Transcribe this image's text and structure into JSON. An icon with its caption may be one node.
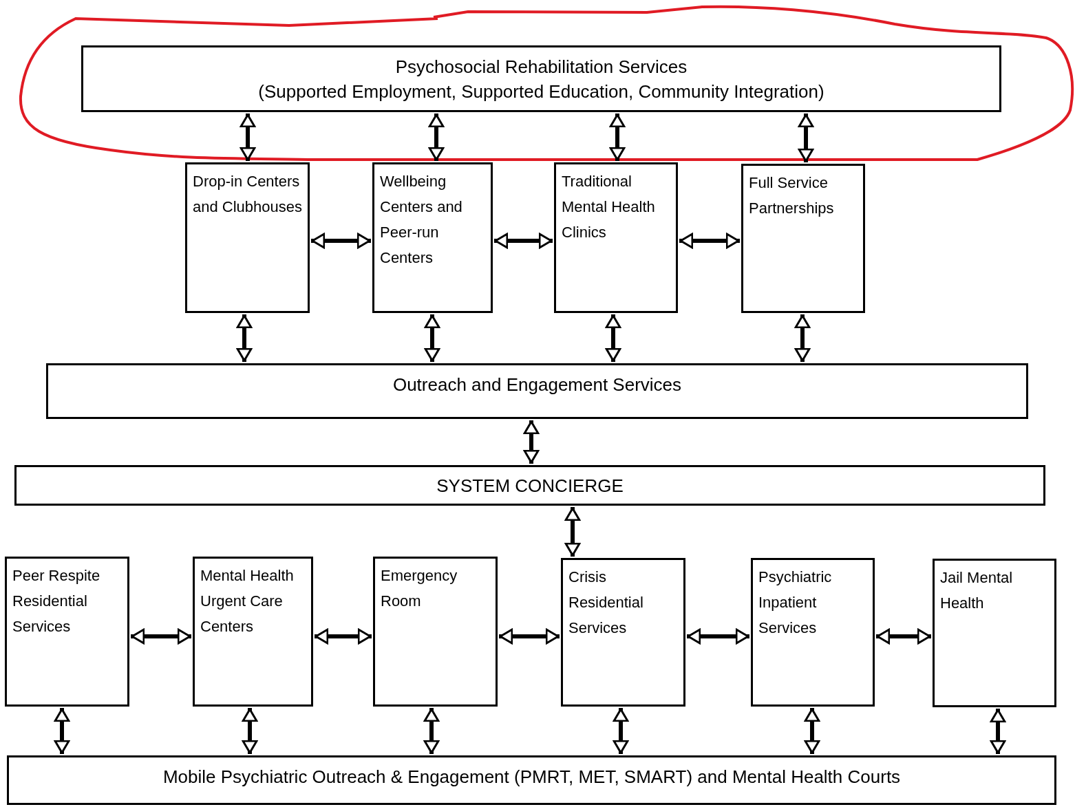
{
  "diagram": {
    "nodes": [
      {
        "text": [
          "Psychosocial Rehabilitation Services",
          "(Supported Employment, Supported Education, Community Integration)"
        ]
      },
      {
        "text": [
          "Drop-in Centers and Clubhouses"
        ]
      },
      {
        "text": [
          "Wellbeing Centers and Peer-run Centers"
        ]
      },
      {
        "text": [
          "Traditional Mental Health Clinics"
        ]
      },
      {
        "text": [
          "Full Service Partnerships"
        ]
      },
      {
        "text": [
          "Outreach and Engagement Services"
        ]
      },
      {
        "text": [
          "SYSTEM CONCIERGE"
        ]
      },
      {
        "text": [
          "Peer Respite Residential Services"
        ]
      },
      {
        "text": [
          "Mental Health Urgent Care Centers"
        ]
      },
      {
        "text": [
          "Emergency Room"
        ]
      },
      {
        "text": [
          "Crisis Residential Services"
        ]
      },
      {
        "text": [
          "Psychiatric Inpatient Services"
        ]
      },
      {
        "text": [
          "Jail Mental Health"
        ]
      },
      {
        "text": [
          "Mobile Psychiatric Outreach & Engagement (PMRT, MET, SMART)  and Mental Health Courts"
        ]
      }
    ],
    "edges": [
      {
        "from": 0,
        "to": 1,
        "arrow": "both"
      },
      {
        "from": 0,
        "to": 2,
        "arrow": "both"
      },
      {
        "from": 0,
        "to": 3,
        "arrow": "both"
      },
      {
        "from": 0,
        "to": 4,
        "arrow": "both"
      },
      {
        "from": 1,
        "to": 2,
        "arrow": "both"
      },
      {
        "from": 2,
        "to": 3,
        "arrow": "both"
      },
      {
        "from": 3,
        "to": 4,
        "arrow": "both"
      },
      {
        "from": 1,
        "to": 5,
        "arrow": "both"
      },
      {
        "from": 2,
        "to": 5,
        "arrow": "both"
      },
      {
        "from": 3,
        "to": 5,
        "arrow": "both"
      },
      {
        "from": 4,
        "to": 5,
        "arrow": "both"
      },
      {
        "from": 5,
        "to": 6,
        "arrow": "both"
      },
      {
        "from": 6,
        "to": 10,
        "arrow": "both"
      },
      {
        "from": 7,
        "to": 8,
        "arrow": "both"
      },
      {
        "from": 8,
        "to": 9,
        "arrow": "both"
      },
      {
        "from": 9,
        "to": 10,
        "arrow": "both"
      },
      {
        "from": 10,
        "to": 11,
        "arrow": "both"
      },
      {
        "from": 11,
        "to": 12,
        "arrow": "both"
      },
      {
        "from": 7,
        "to": 13,
        "arrow": "both"
      },
      {
        "from": 8,
        "to": 13,
        "arrow": "both"
      },
      {
        "from": 9,
        "to": 13,
        "arrow": "both"
      },
      {
        "from": 10,
        "to": 13,
        "arrow": "both"
      },
      {
        "from": 11,
        "to": 13,
        "arrow": "both"
      },
      {
        "from": 12,
        "to": 13,
        "arrow": "both"
      }
    ]
  }
}
